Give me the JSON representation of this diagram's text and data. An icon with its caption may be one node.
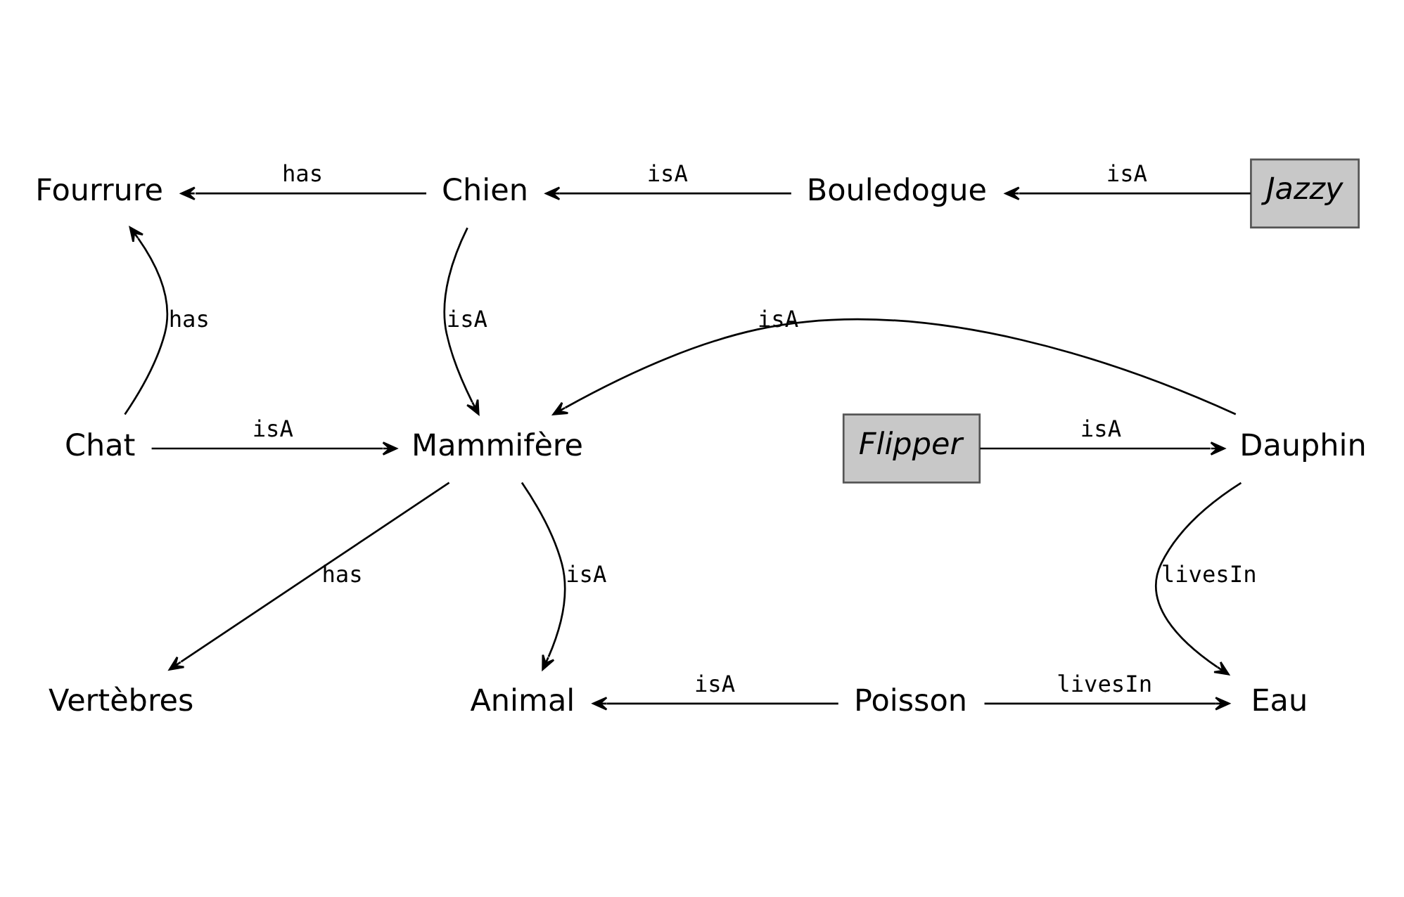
{
  "diagram": {
    "nodes": [
      {
        "text": [
          "Fourrure"
        ]
      },
      {
        "text": [
          "Chien"
        ]
      },
      {
        "text": [
          "Bouledogue"
        ]
      },
      {
        "text": [
          "Jazzy"
        ]
      },
      {
        "text": [
          "Chat"
        ]
      },
      {
        "text": [
          "Mammifère"
        ]
      },
      {
        "text": [
          "Flipper"
        ]
      },
      {
        "text": [
          "Dauphin"
        ]
      },
      {
        "text": [
          "Vertèbres"
        ]
      },
      {
        "text": [
          "Animal"
        ]
      },
      {
        "text": [
          "Poisson"
        ]
      },
      {
        "text": [
          "Eau"
        ]
      }
    ],
    "edges": [
      {
        "from": 1,
        "to": 0,
        "arrow": "to",
        "label": "has"
      },
      {
        "from": 2,
        "to": 1,
        "arrow": "to",
        "label": "isA"
      },
      {
        "from": 3,
        "to": 2,
        "arrow": "to",
        "label": "isA"
      },
      {
        "from": 4,
        "to": 0,
        "arrow": "to",
        "label": "has"
      },
      {
        "from": 1,
        "to": 5,
        "arrow": "to",
        "label": "isA"
      },
      {
        "from": 7,
        "to": 5,
        "arrow": "to",
        "label": "isA"
      },
      {
        "from": 4,
        "to": 5,
        "arrow": "to",
        "label": "isA"
      },
      {
        "from": 6,
        "to": 7,
        "arrow": "to",
        "label": "isA"
      },
      {
        "from": 5,
        "to": 8,
        "arrow": "to",
        "label": "has"
      },
      {
        "from": 5,
        "to": 9,
        "arrow": "to",
        "label": "isA"
      },
      {
        "from": 7,
        "to": 11,
        "arrow": "to",
        "label": "livesIn"
      },
      {
        "from": 10,
        "to": 9,
        "arrow": "to",
        "label": "isA"
      },
      {
        "from": 10,
        "to": 11,
        "arrow": "to",
        "label": "livesIn"
      }
    ]
  }
}
